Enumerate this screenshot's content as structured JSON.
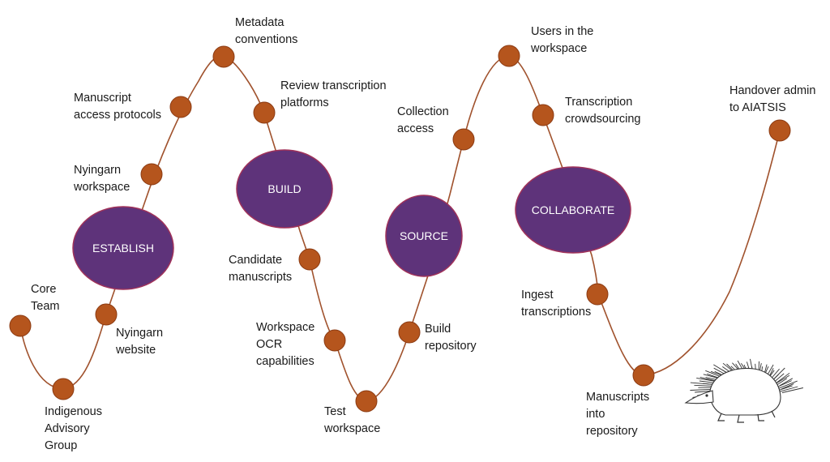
{
  "colors": {
    "path": "#a0522d",
    "node": "#b5551d",
    "node_stroke": "#8b3a12",
    "phase": "#5e337a",
    "phase_stroke": "#a0325a",
    "phase_text": "#ffffff"
  },
  "phases": {
    "establish": "ESTABLISH",
    "build": "BUILD",
    "source": "SOURCE",
    "collaborate": "COLLABORATE"
  },
  "milestones": {
    "core_team": "Core\nTeam",
    "indigenous_advisory_group": "Indigenous\nAdvisory\nGroup",
    "nyingarn_website": "Nyingarn\nwebsite",
    "nyingarn_workspace": "Nyingarn\nworkspace",
    "manuscript_access_protocols": "Manuscript\naccess protocols",
    "metadata_conventions": "Metadata\nconventions",
    "review_transcription_platforms": "Review transcription\nplatforms",
    "candidate_manuscripts": "Candidate\nmanuscripts",
    "workspace_ocr_capabilities": "Workspace\nOCR\ncapabilities",
    "test_workspace": "Test\nworkspace",
    "build_repository": "Build\nrepository",
    "collection_access": "Collection\naccess",
    "users_in_the_workspace": "Users in the\nworkspace",
    "transcription_crowdsourcing": "Transcription\ncrowdsourcing",
    "ingest_transcriptions": "Ingest\ntranscriptions",
    "manuscripts_into_repository": "Manuscripts\ninto\nrepository",
    "handover_admin_to_aiatsis": "Handover admin\nto AIATSIS"
  },
  "icons": {
    "mascot": "echidna-icon"
  }
}
